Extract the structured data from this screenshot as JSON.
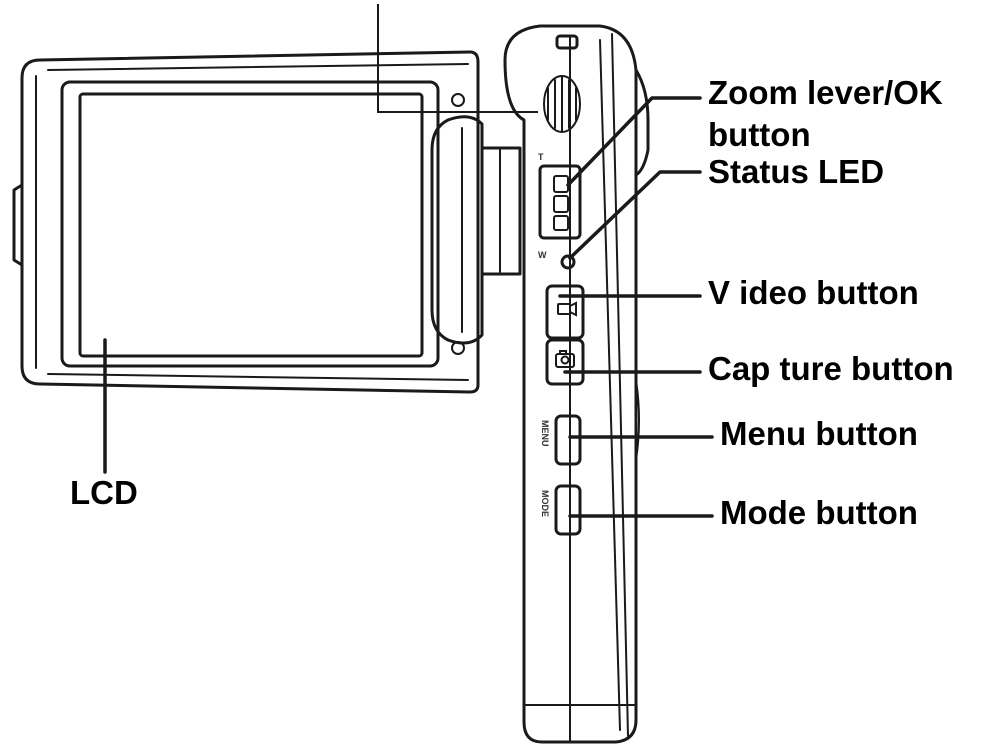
{
  "labels": {
    "zoom_line1": "Zoom lever/OK",
    "zoom_line2": "button",
    "status_led": "Status LED",
    "video_button": "V ideo button",
    "capture_button": "Cap ture button",
    "menu_button": "Menu button",
    "mode_button": "Mode button",
    "lcd": "LCD"
  },
  "device_markings": {
    "menu": "MENU",
    "mode": "MODE",
    "tele": "T",
    "wide": "W"
  },
  "colors": {
    "ink": "#1a1a1a",
    "background": "#ffffff",
    "text": "#000000"
  },
  "icons": {
    "video": "video-camera-icon",
    "capture": "camera-icon"
  }
}
